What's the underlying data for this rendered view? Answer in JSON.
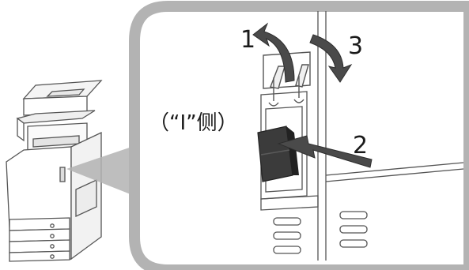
{
  "steps": {
    "step1": "1",
    "step2": "2",
    "step3": "3"
  },
  "switch_side_label": "（“I”侧）",
  "colors": {
    "callout_frame": "#b3b3b3",
    "arrow_fill": "#4a4a4a",
    "switch_fill": "#3b3b3b",
    "outline": "#555555"
  },
  "icons": {
    "printer": "multifunction-printer-icon",
    "cover": "open-cover-icon",
    "switch": "main-power-switch-icon"
  }
}
